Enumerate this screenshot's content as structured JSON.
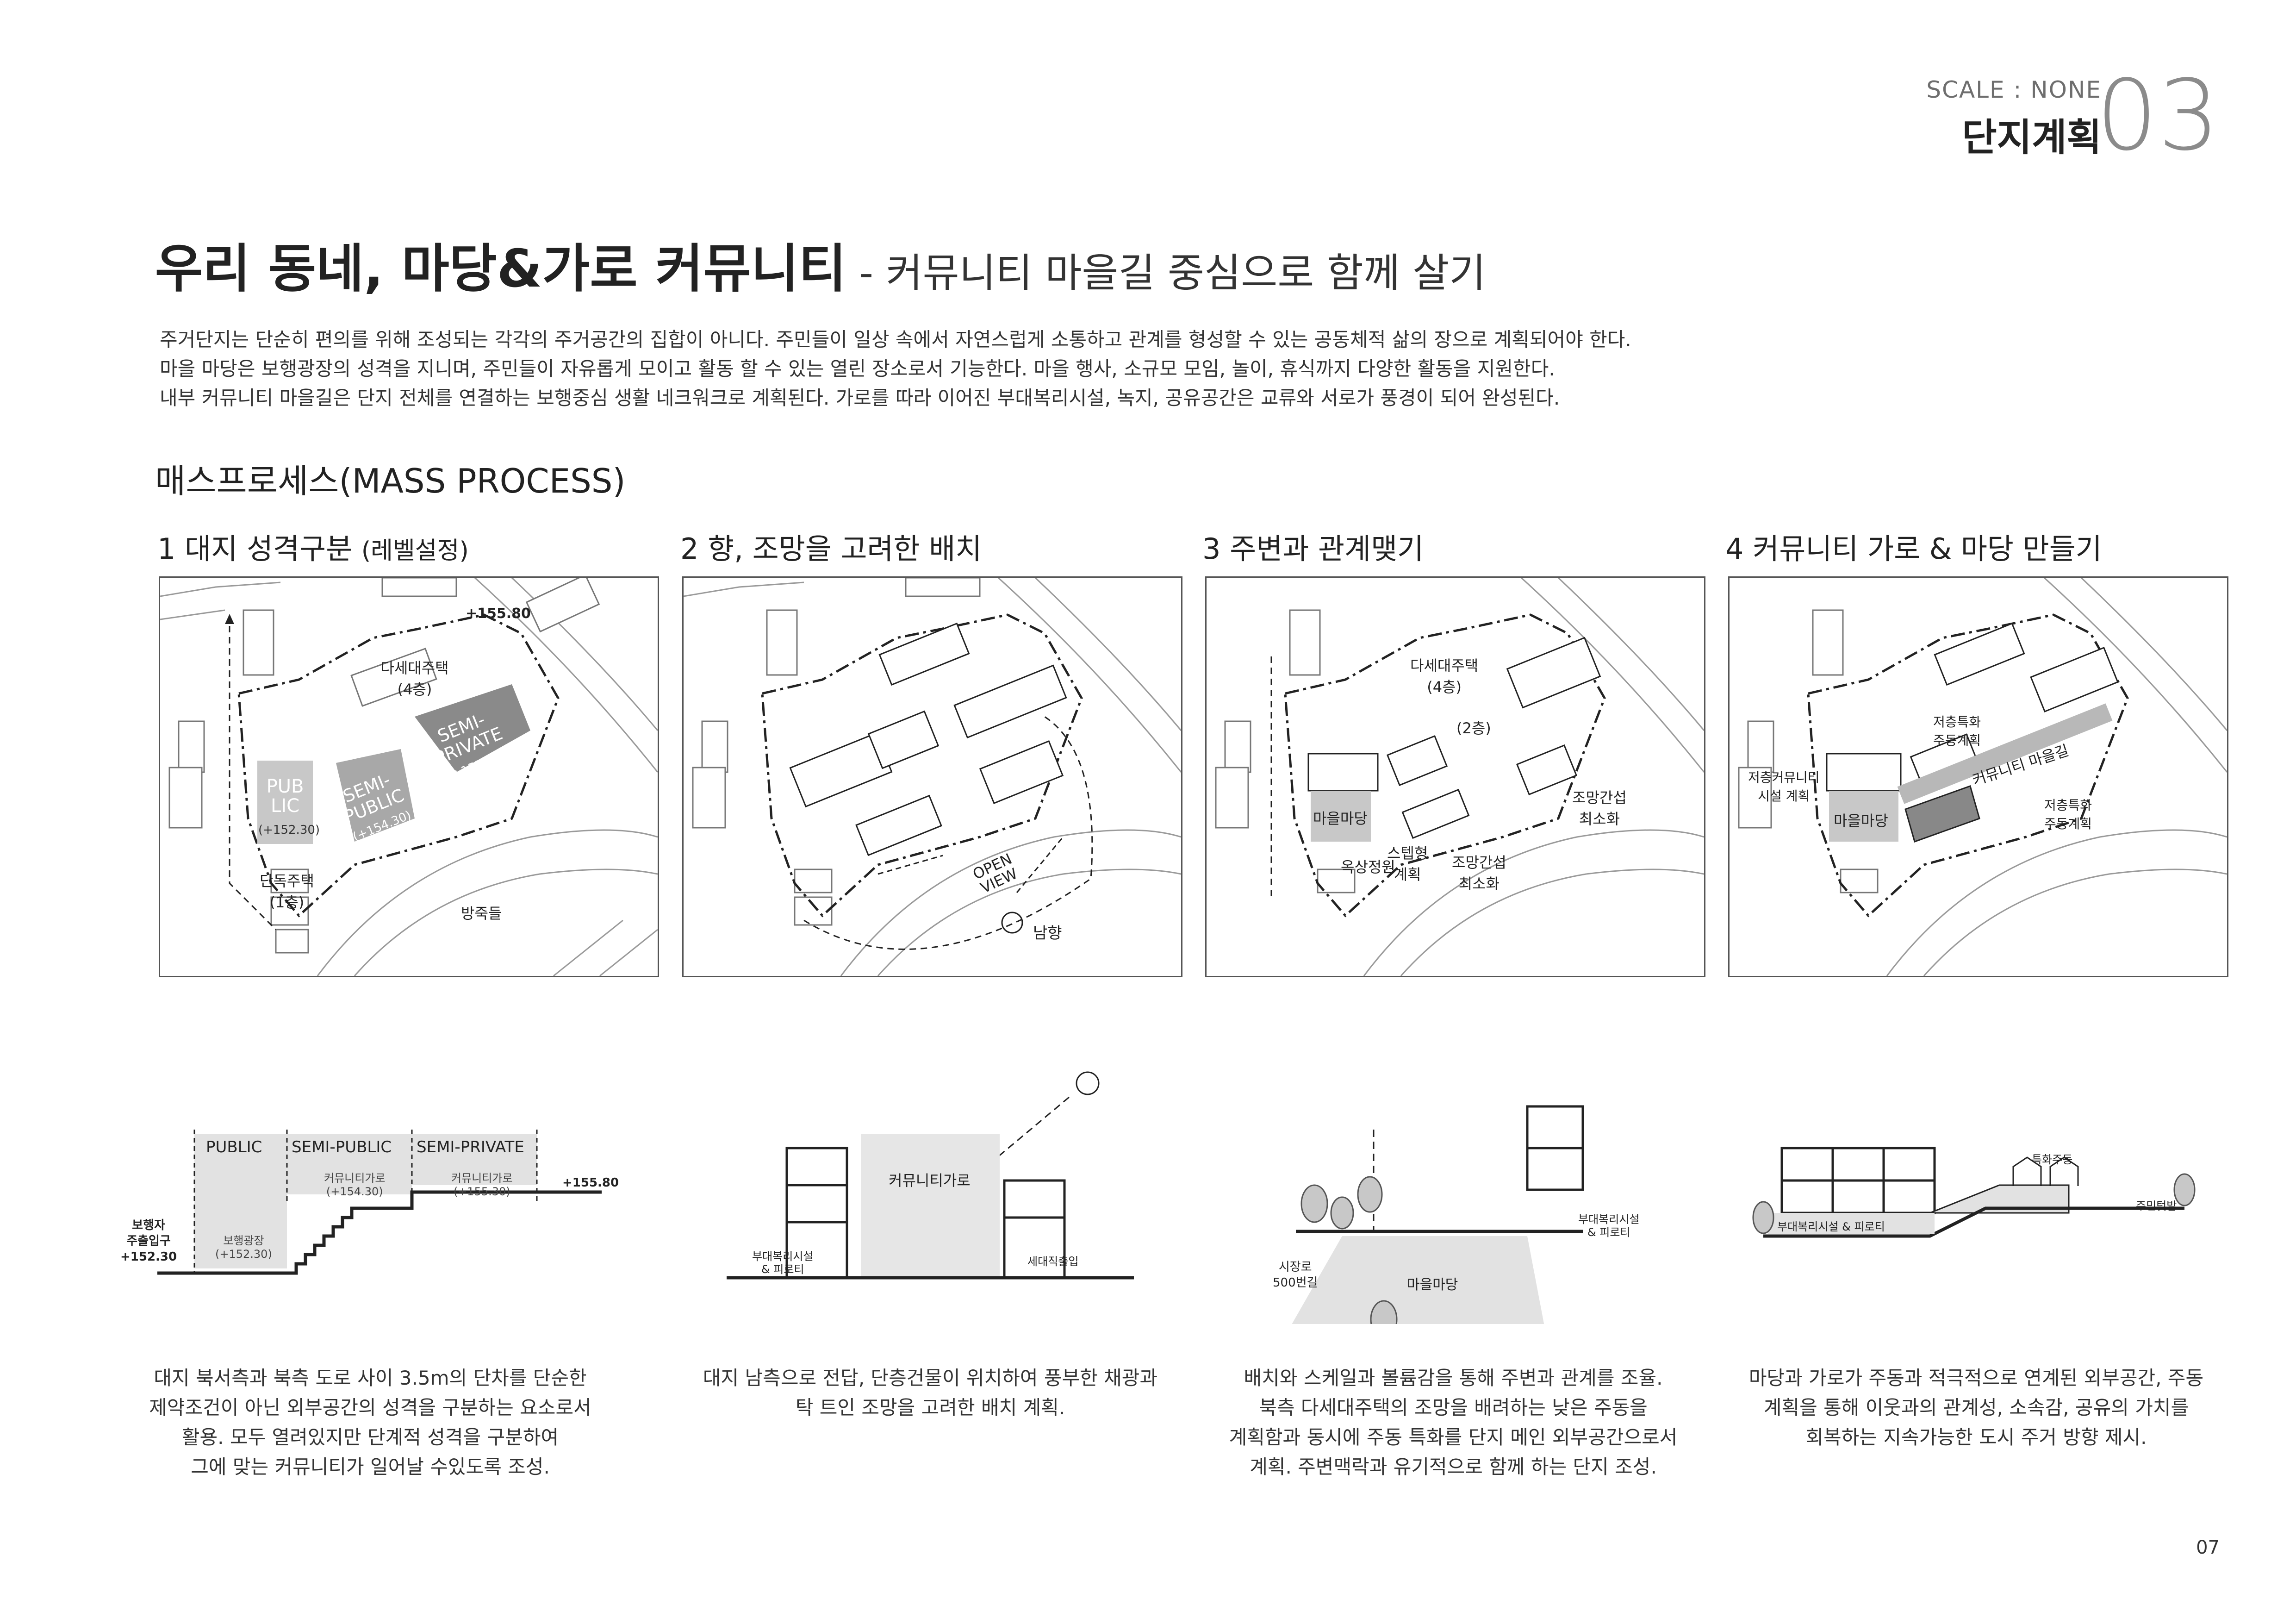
{
  "header": {
    "scale": "SCALE : NONE",
    "section": "단지계획",
    "section_no": "03"
  },
  "title": {
    "main": "우리 동네, 마당&가로 커뮤니티",
    "sub": " - 커뮤니티 마을길 중심으로 함께 살기"
  },
  "intro": [
    "주거단지는 단순히 편의를 위해 조성되는 각각의 주거공간의 집합이 아니다. 주민들이 일상 속에서 자연스럽게 소통하고 관계를 형성할 수 있는 공동체적 삶의 장으로 계획되어야 한다.",
    "마을 마당은 보행광장의 성격을 지니며, 주민들이 자유롭게 모이고 활동 할 수 있는 열린 장소로서 기능한다. 마을 행사, 소규모 모임, 놀이, 휴식까지 다양한 활동을 지원한다.",
    "내부 커뮤니티 마을길은 단지 전체를 연결하는 보행중심 생활 네크워크로 계획된다. 가로를 따라 이어진 부대복리시설, 녹지, 공유공간은 교류와 서로가 풍경이 되어 완성된다."
  ],
  "mass_process_title": "매스프로세스(MASS PROCESS)",
  "panels": [
    {
      "title": "1 대지 성격구분",
      "title_note": "(레벨설정)",
      "labels": {
        "elev_top": "+155.80",
        "multi": "다세대주택",
        "multi_floors": "(4층)",
        "pub1": "PUB",
        "pub2": "LIC",
        "pub_elev": "(+152.30)",
        "semi_pub1": "SEMI-",
        "semi_pub2": "PUBLIC",
        "semi_pub_elev": "(+154.30)",
        "semi_priv1": "SEMI-",
        "semi_priv2": "PRIVATE",
        "semi_priv_elev": "(+155.30)",
        "detached": "단독주택",
        "detached_floors": "(1층)",
        "bank": "방죽들"
      },
      "caption": [
        "대지 북서측과 북측 도로 사이 3.5m의 단차를 단순한",
        "제약조건이 아닌 외부공간의 성격을 구분하는 요소로서",
        "활용. 모두 열려있지만 단계적 성격을 구분하여",
        "그에 맞는 커뮤니티가 일어날 수있도록 조성."
      ]
    },
    {
      "title": "2 향, 조망을 고려한 배치",
      "labels": {
        "open1": "OPEN",
        "open2": "VIEW",
        "south": "남향"
      },
      "caption": [
        "대지 남측으로 전답, 단층건물이 위치하여 풍부한 채광과",
        "탁 트인 조망을 고려한 배치 계획."
      ]
    },
    {
      "title": "3 주변과 관계맺기",
      "labels": {
        "multi": "다세대주택",
        "multi_floors": "(4층)",
        "floors2": "(2층)",
        "yard": "마을마당",
        "view_a1": "조망간섭",
        "view_a2": "최소화",
        "rooftop": "옥상정원",
        "step1": "스텝형",
        "step2": "계획",
        "view_b1": "조망간섭",
        "view_b2": "최소화"
      },
      "caption": [
        "배치와 스케일과 볼륨감을 통해 주변과 관계를 조율.",
        "북측 다세대주택의 조망을 배려하는 낮은 주동을",
        "계획함과 동시에 주동 특화를  단지 메인 외부공간으로서",
        "계획. 주변맥락과 유기적으로 함께 하는 단지 조성."
      ]
    },
    {
      "title": "4 커뮤니티 가로 & 마당 만들기",
      "labels": {
        "low_comm1": "저층커뮤니티",
        "low_comm2": "시설 계획",
        "special1": "저층특화",
        "special2": "주동계획",
        "street": "커뮤니티 마을길",
        "yard": "마을마당",
        "special3": "저층특화",
        "special4": "주동계획"
      },
      "caption": [
        "마당과 가로가 주동과 적극적으로 연계된 외부공간, 주동",
        "계획을 통해 이웃과의 관계성, 소속감, 공유의 가치를",
        "회복하는 지속가능한 도시 주거 방향 제시."
      ]
    }
  ],
  "sections": {
    "s1": {
      "h_public": "PUBLIC",
      "h_semi_public": "SEMI-PUBLIC",
      "h_semi_private": "SEMI-PRIVATE",
      "st1": "커뮤니티가로",
      "st1_elev": "(+154.30)",
      "st2": "커뮤니티가로",
      "st2_elev": "(+155.30)",
      "elev_top": "+155.80",
      "entry1": "보행자",
      "entry2": "주출입구",
      "entry3": "+152.30",
      "plaza": "보행광장",
      "plaza_elev": "(+152.30)"
    },
    "s2": {
      "street": "커뮤니티가로",
      "welfare1": "부대복리시설",
      "welfare2": "& 피로티",
      "entrance": "세대직출입"
    },
    "s3": {
      "welfare1": "부대복리시설",
      "welfare2": "& 피로티",
      "market1": "시장로",
      "market2": "500번길",
      "yard": "마을마당"
    },
    "s4": {
      "special": "특화주동",
      "welfare": "부대복리시설 & 피로티",
      "yard": "주민텃밭"
    }
  },
  "page_number": "07"
}
